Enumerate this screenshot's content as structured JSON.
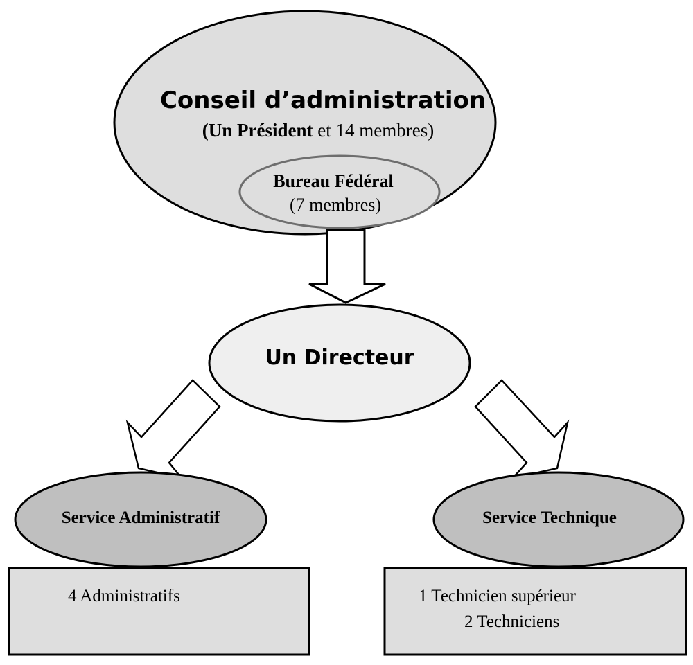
{
  "council": {
    "title": "Conseil d’administration",
    "open_paren": "(",
    "president": "Un Président",
    "members": " et 14 membres)"
  },
  "bureau": {
    "title": "Bureau Fédéral",
    "members": "(7 membres)"
  },
  "director": {
    "title": "Un Directeur"
  },
  "services": [
    {
      "title": "Service Administratif",
      "staff": [
        "4 Administratifs"
      ]
    },
    {
      "title": "Service Technique",
      "staff": [
        "1 Technicien supérieur",
        "2 Techniciens"
      ]
    }
  ],
  "colors": {
    "council_fill": "#dedede",
    "director_fill": "#efefef",
    "service_fill": "#bfbfbf",
    "box_fill": "#dedede",
    "bureau_stroke": "#6e6e6e"
  }
}
